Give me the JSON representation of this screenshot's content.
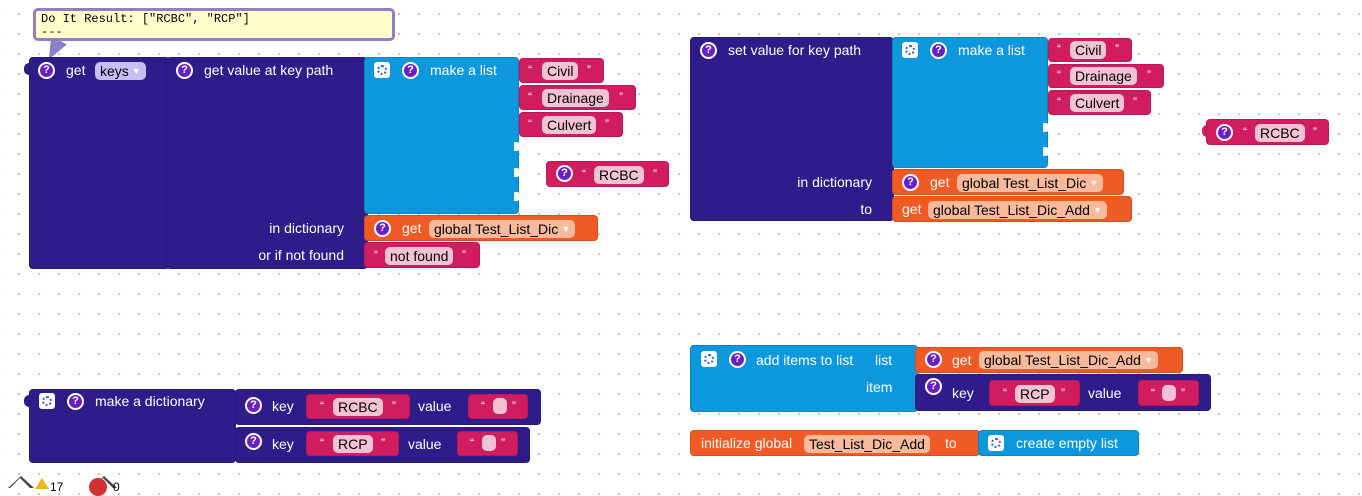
{
  "result_bubble": {
    "line1": "Do It Result: [\"RCBC\", \"RCP\"]",
    "line2": "---"
  },
  "block1": {
    "get_label": "get",
    "keys_dropdown": "keys",
    "get_value_label": "get value at key path",
    "make_list_label": "make a list",
    "items": [
      "Civil",
      "Drainage",
      "Culvert"
    ],
    "loose_text": "RCBC",
    "in_dictionary_label": "in dictionary",
    "or_if_not_found_label": "or if not found",
    "dict_var_get": "get",
    "dict_var": "global Test_List_Dic",
    "not_found": "not found"
  },
  "block2": {
    "set_label": "set value for key path",
    "make_list_label": "make a list",
    "items": [
      "Civil",
      "Drainage",
      "Culvert"
    ],
    "in_dictionary_label": "in dictionary",
    "to_label": "to",
    "get1": "get",
    "var1": "global Test_List_Dic",
    "get2": "get",
    "var2": "global Test_List_Dic_Add"
  },
  "loose_rcbc": "RCBC",
  "block3": {
    "make_dict_label": "make a dictionary",
    "pairs": [
      {
        "key_label": "key",
        "key": "RCBC",
        "value_label": "value"
      },
      {
        "key_label": "key",
        "key": "RCP",
        "value_label": "value"
      }
    ]
  },
  "block4": {
    "add_items_label": "add items to list",
    "list_label": "list",
    "item_label": "item",
    "get_label": "get",
    "var": "global Test_List_Dic_Add",
    "pair": {
      "key_label": "key",
      "key": "RCP",
      "value_label": "value"
    }
  },
  "block5": {
    "init_label": "initialize global",
    "var_name": "Test_List_Dic_Add",
    "to_label": "to",
    "create_label": "create empty list"
  },
  "status": {
    "warnings": "17",
    "errors": "0"
  },
  "colors": {
    "dictionary": "#2f1b8a",
    "list": "#0d97dd",
    "text": "#d21c60",
    "variable": "#f05a24"
  }
}
